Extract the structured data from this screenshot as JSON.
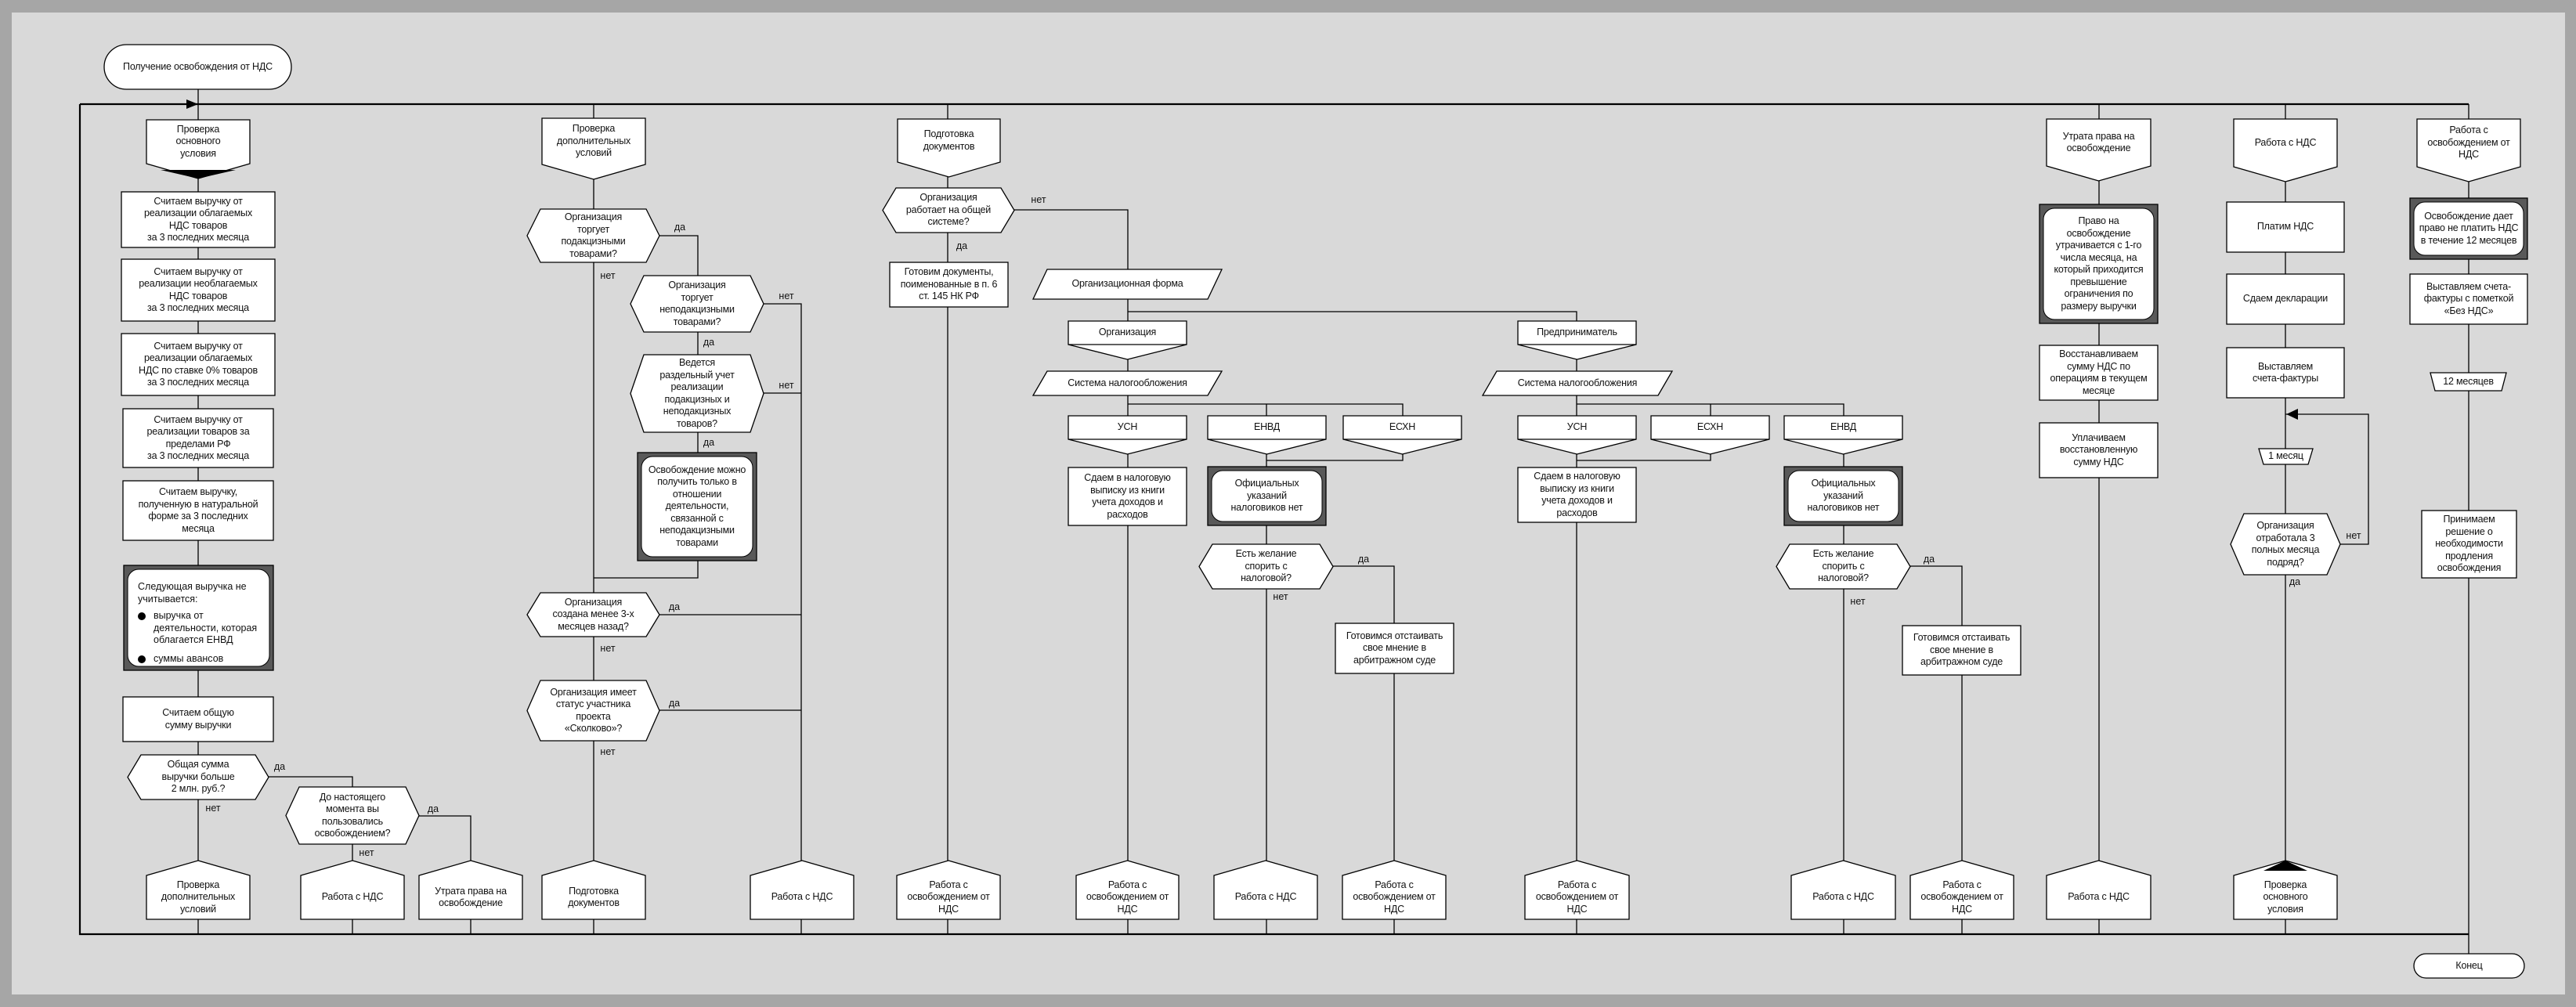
{
  "title": "Получение освобождения от НДС",
  "branch_labels": {
    "yes": "да",
    "no": "нет"
  },
  "nodes": {
    "start": "Получение освобождения от НДС",
    "c1_h": "Проверка\nосновного\nусловия",
    "c1_a1": "Считаем выручку от\nреализации облагаемых\nНДС товаров\nза 3 последних месяца",
    "c1_a2": "Считаем выручку от\nреализации необлагаемых\nНДС товаров\nза 3 последних месяца",
    "c1_a3": "Считаем выручку от\nреализации облагаемых\nНДС по ставке 0% товаров\nза 3 последних месяца",
    "c1_a4": "Считаем выручку от\nреализации товаров за\nпределами РФ\nза 3 последних месяца",
    "c1_a5": "Считаем выручку,\nполученную в натуральной\nформе за 3 последних\nмесяца",
    "c1_a6": "Считаем общую\nсумму выручки",
    "c1_q1": "Общая сумма\nвыручки больше\n2 млн. руб.?",
    "c1_q2": "До настоящего\nмомента вы\nпользовались\nосвобождением?",
    "c1_e1": "Проверка\nдополнительных\nусловий",
    "c1_e2": "Работа с НДС",
    "c1_e3": "Утрата права на\nосвобождение",
    "c2_h": "Проверка\nдополнительных\nусловий",
    "c2_q1": "Организация\nторгует\nподакцизными\nтоварами?",
    "c2_q2": "Организация\nторгует\nнеподакцизными\nтоварами?",
    "c2_q3": "Ведется\nраздельный учет\nреализации\nподакцизных и\nнеподакцизных\nтоваров?",
    "c2_note": "Освобождение можно\nполучить только в\nотношении\nдеятельности,\nсвязанной с\nнеподакцизными\nтоварами",
    "c2_q4": "Организация\nсоздана менее 3-х\nмесяцев назад?",
    "c2_q5": "Организация имеет\nстатус участника\nпроекта\n«Сколково»?",
    "c2_e1": "Подготовка\nдокументов",
    "c3_e1": "Работа с НДС",
    "c4_h": "Подготовка\nдокументов",
    "c4_q1": "Организация\nработает на общей\nсистеме?",
    "c4_a1": "Готовим документы,\nпоименованные в п. 6\nст. 145 НК РФ",
    "c4_e1": "Работа с\nосвобождением от\nНДС",
    "p1": "Организационная форма",
    "case_org": "Организация",
    "param_l": "Система налогообложения",
    "case_l_usn": "УСН",
    "case_l_envd": "ЕНВД",
    "case_l_eshn": "ЕСХН",
    "l_a1": "Сдаем в налоговую\nвыписку из книги\nучета доходов и\nрасходов",
    "l_note": "Официальных\nуказаний\nналоговиков нет",
    "l_q1": "Есть желание\nспорить с\nналоговой?",
    "l_a2": "Готовимся отстаивать\nсвое мнение в\nарбитражном суде",
    "l_e1": "Работа с\nосвобождением от\nНДС",
    "l_e2": "Работа с НДС",
    "l_e3": "Работа с\nосвобождением от\nНДС",
    "case_ip": "Предприниматель",
    "param_r": "Система налогообложения",
    "case_r_usn": "УСН",
    "case_r_eshn": "ЕСХН",
    "case_r_envd": "ЕНВД",
    "r_a1": "Сдаем в налоговую\nвыписку из книги\nучета доходов и\nрасходов",
    "r_note": "Официальных\nуказаний\nналоговиков нет",
    "r_q1": "Есть желание\nспорить с\nналоговой?",
    "r_a2": "Готовимся отстаивать\nсвое мнение в\nарбитражном суде",
    "r_e1": "Работа с\nосвобождением от\nНДС",
    "r_e2": "Работа с НДС",
    "r_e3": "Работа с\nосвобождением от\nНДС",
    "c5_h": "Утрата права на\nосвобождение",
    "c5_note": "Право на\nосвобождение\nутрачивается с 1-го\nчисла месяца, на\nкоторый приходится\nпревышение\nограничения по\nразмеру выручки",
    "c5_a1": "Восстанавливаем\nсумму НДС по\nоперациям в текущем\nмесяце",
    "c5_a2": "Уплачиваем\nвосстановленную\nсумму НДС",
    "c5_e1": "Работа с НДС",
    "c6_h": "Работа с НДС",
    "c6_a1": "Платим НДС",
    "c6_a2": "Сдаем декларации",
    "c6_a3": "Выставляем\nсчета-фактуры",
    "c6_loop": "1 месяц",
    "c6_q": "Организация\nотработала 3\nполных месяца\nподряд?",
    "c6_e1": "Проверка\nосновного\nусловия",
    "c7_h": "Работа с\nосвобождением от\nНДС",
    "c7_note": "Освобождение дает\nправо не платить НДС\nв течение 12 месяцев",
    "c7_a1": "Выставляем счета-\nфактуры с пометкой\n«Без НДС»",
    "c7_loop": "12 месяцев",
    "c7_a2": "Принимаем\nрешение о\nнеобходимости\nпродления\nосвобождения",
    "end": "Конец"
  },
  "c1_note": {
    "title": "Следующая выручка не учитывается:",
    "items": [
      "выручка от деятельности, которая облагается ЕНВД",
      "суммы авансов"
    ]
  }
}
